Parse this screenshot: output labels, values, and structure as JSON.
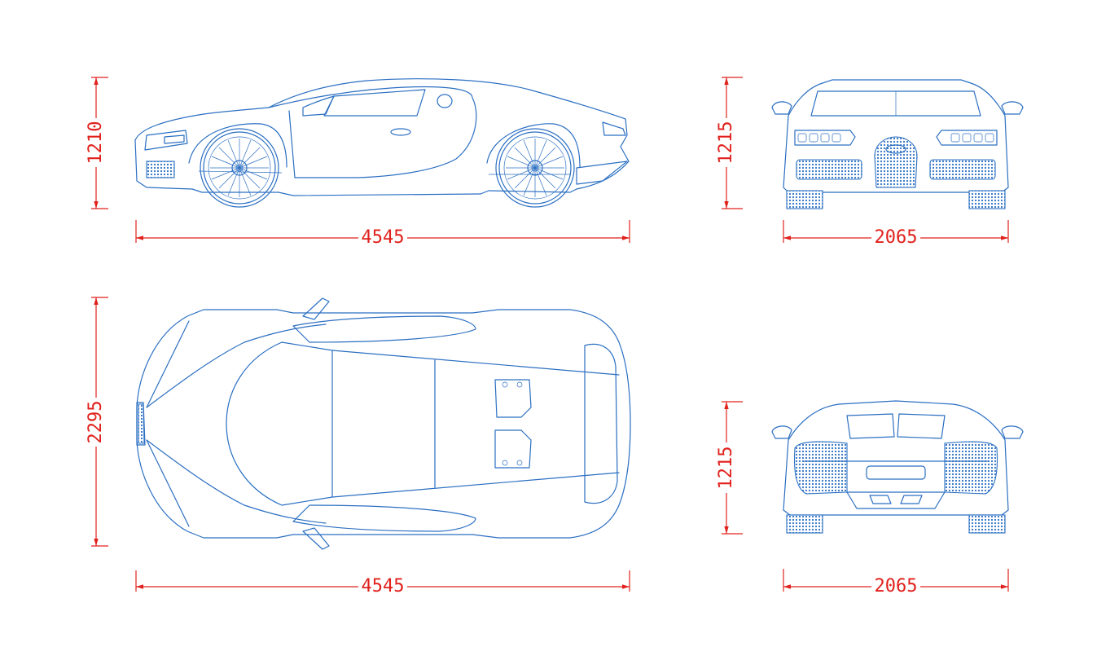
{
  "colors": {
    "dimension": "#e0211c",
    "outline": "#2b6fc2",
    "background": "#ffffff"
  },
  "views": {
    "side": {
      "length": "4545",
      "height": "1210"
    },
    "front": {
      "width": "2065",
      "height": "1215"
    },
    "top": {
      "length": "4545",
      "width": "2295"
    },
    "rear": {
      "width": "2065",
      "height": "1215"
    }
  }
}
